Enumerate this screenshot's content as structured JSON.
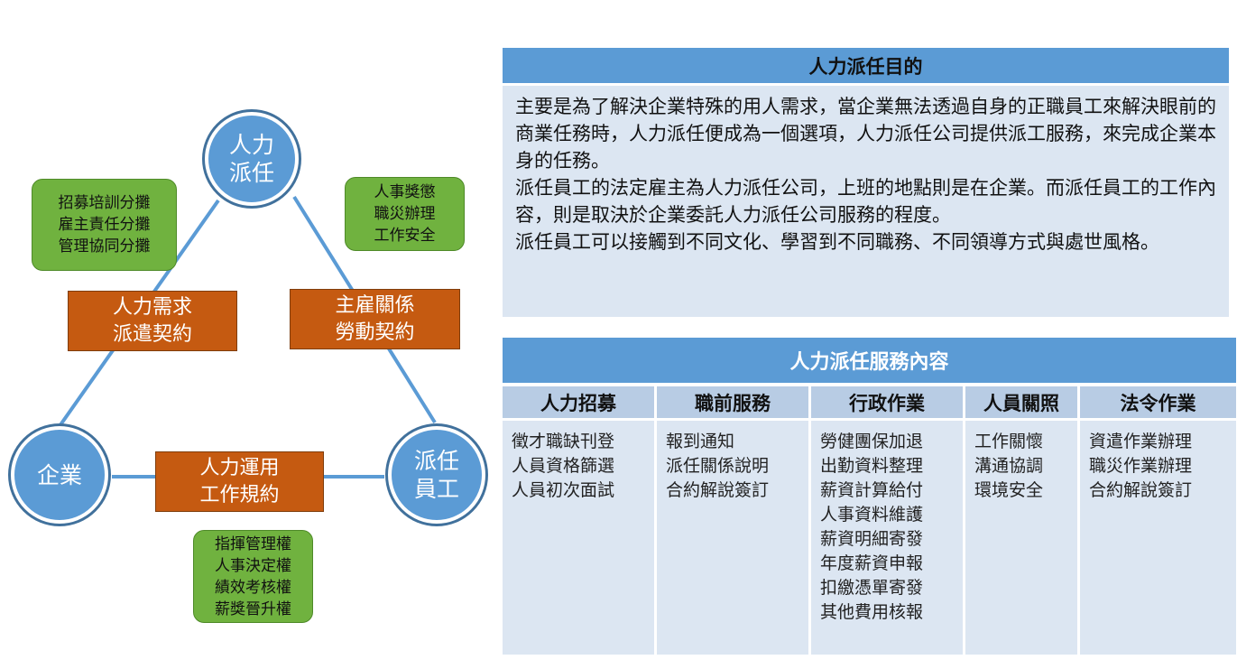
{
  "diagram": {
    "nodes": {
      "dispatch": "人力\n派任",
      "enterprise": "企業",
      "employee": "派任\n員工"
    },
    "contracts": {
      "left": "人力需求\n派遣契約",
      "right": "主雇關係\n勞動契約",
      "bottom": "人力運用\n工作規約"
    },
    "notes": {
      "left": "招募培訓分攤\n雇主責任分攤\n管理協同分攤",
      "right": "人事獎懲\n職災辦理\n工作安全",
      "bottom": "指揮管理權\n人事決定權\n績效考核權\n薪獎晉升權"
    },
    "colors": {
      "node": "#5b9bd5",
      "node_border": "#41719c",
      "contract": "#c55a11",
      "note": "#70b23f",
      "line": "#5b9bd5"
    }
  },
  "purpose": {
    "title": "人力派任目的",
    "paragraphs": [
      "主要是為了解決企業特殊的用人需求，當企業無法透過自身的正職員工來解決眼前的商業任務時，人力派任便成為一個選項，人力派任公司提供派工服務，來完成企業本身的任務。",
      "派任員工的法定雇主為人力派任公司，上班的地點則是在企業。而派任員工的工作內容，則是取決於企業委託人力派任公司服務的程度。",
      "派任員工可以接觸到不同文化、學習到不同職務、不同領導方式與處世風格。"
    ]
  },
  "services": {
    "title": "人力派任服務內容",
    "columns": [
      {
        "header": "人力招募",
        "items": [
          "徵才職缺刊登",
          "人員資格篩選",
          "人員初次面試"
        ]
      },
      {
        "header": "職前服務",
        "items": [
          "報到通知",
          "派任關係說明",
          "合約解說簽訂"
        ]
      },
      {
        "header": "行政作業",
        "items": [
          "勞健團保加退",
          "出勤資料整理",
          "薪資計算給付",
          "人事資料維護",
          "薪資明細寄發",
          "年度薪資申報",
          "扣繳憑單寄發",
          "其他費用核報"
        ]
      },
      {
        "header": "人員關照",
        "items": [
          "工作關懷",
          "溝通協調",
          "環境安全"
        ]
      },
      {
        "header": "法令作業",
        "items": [
          "資遣作業辦理",
          "職災作業辦理",
          "合約解說簽訂"
        ]
      }
    ]
  }
}
